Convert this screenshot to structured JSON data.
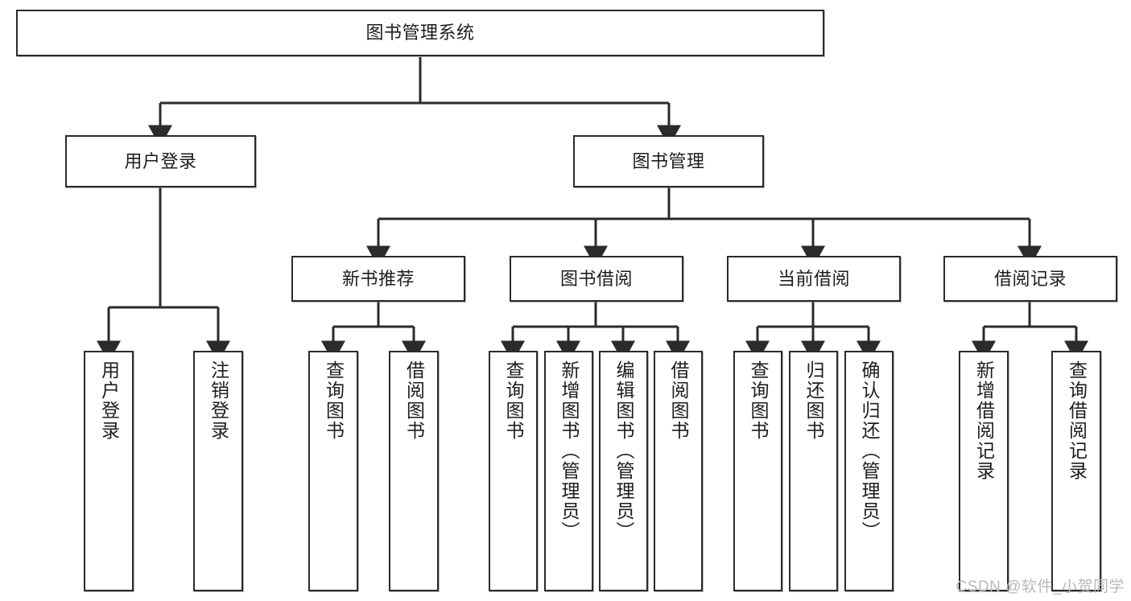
{
  "diagram": {
    "title": "图书管理系统",
    "type": "tree-hierarchy-chart",
    "watermark": "CSDN @软件_小贺同学",
    "colors": {
      "box_border": "#2b2b2b",
      "box_fill": "#ffffff",
      "edge": "#2b2b2b",
      "text": "#1d1d1d",
      "watermark": "#b9b9b9",
      "canvas": "#ffffff"
    },
    "levels": {
      "root": {
        "label": "图书管理系统"
      },
      "level2": [
        {
          "id": "user-login",
          "label": "用户登录"
        },
        {
          "id": "book-management",
          "label": "图书管理"
        }
      ],
      "level3": [
        {
          "id": "new-book-recommend",
          "label": "新书推荐"
        },
        {
          "id": "book-borrow",
          "label": "图书借阅"
        },
        {
          "id": "current-borrow",
          "label": "当前借阅"
        },
        {
          "id": "borrow-record",
          "label": "借阅记录"
        }
      ],
      "leaves": {
        "user_login": [
          {
            "id": "leaf-user-login",
            "label": "用户登录"
          },
          {
            "id": "leaf-user-logout",
            "label": "注销登录"
          }
        ],
        "new_book_recommend": [
          {
            "id": "leaf-query-book-1",
            "label": "查询图书"
          },
          {
            "id": "leaf-borrow-book-1",
            "label": "借阅图书"
          }
        ],
        "book_borrow": [
          {
            "id": "leaf-query-book-2",
            "label": "查询图书"
          },
          {
            "id": "leaf-add-book",
            "label": "新增图书（管理员）"
          },
          {
            "id": "leaf-edit-book",
            "label": "编辑图书（管理员）"
          },
          {
            "id": "leaf-borrow-book-2",
            "label": "借阅图书"
          }
        ],
        "current_borrow": [
          {
            "id": "leaf-query-book-3",
            "label": "查询图书"
          },
          {
            "id": "leaf-return-book",
            "label": "归还图书"
          },
          {
            "id": "leaf-confirm-return",
            "label": "确认归还（管理员）"
          }
        ],
        "borrow_record": [
          {
            "id": "leaf-add-borrow-record",
            "label": "新增借阅记录"
          },
          {
            "id": "leaf-query-borrow-record",
            "label": "查询借阅记录"
          }
        ]
      }
    }
  }
}
